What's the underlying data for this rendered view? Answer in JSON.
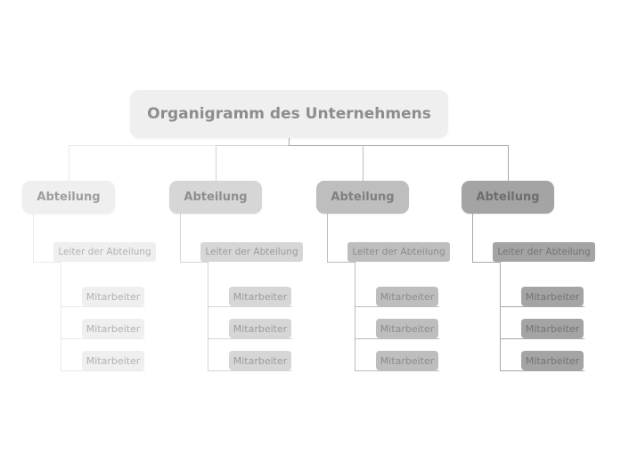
{
  "title": {
    "label": "Organigramm des Unternehmens",
    "colors": {
      "box": "#efefef",
      "label": "#8d8d8d"
    }
  },
  "departments": [
    {
      "label": "Abteilung",
      "leader": "Leiter der Abteilung",
      "employees": [
        "Mitarbeiter",
        "Mitarbeiter",
        "Mitarbeiter"
      ],
      "colors": {
        "box": "#efefef",
        "line": "#e9e9e9",
        "label": "#9e9e9e",
        "member": "#b2b2b2"
      }
    },
    {
      "label": "Abteilung",
      "leader": "Leiter der Abteilung",
      "employees": [
        "Mitarbeiter",
        "Mitarbeiter",
        "Mitarbeiter"
      ],
      "colors": {
        "box": "#d6d6d6",
        "line": "#d4d4d4",
        "label": "#8e8e8e",
        "member": "#9c9c9c"
      }
    },
    {
      "label": "Abteilung",
      "leader": "Leiter der Abteilung",
      "employees": [
        "Mitarbeiter",
        "Mitarbeiter",
        "Mitarbeiter"
      ],
      "colors": {
        "box": "#bebebe",
        "line": "#bcbcbc",
        "label": "#808080",
        "member": "#8c8c8c"
      }
    },
    {
      "label": "Abteilung",
      "leader": "Leiter der Abteilung",
      "employees": [
        "Mitarbeiter",
        "Mitarbeiter",
        "Mitarbeiter"
      ],
      "colors": {
        "box": "#a4a4a4",
        "line": "#a8a8a8",
        "label": "#6e6e6e",
        "member": "#747474"
      }
    }
  ]
}
